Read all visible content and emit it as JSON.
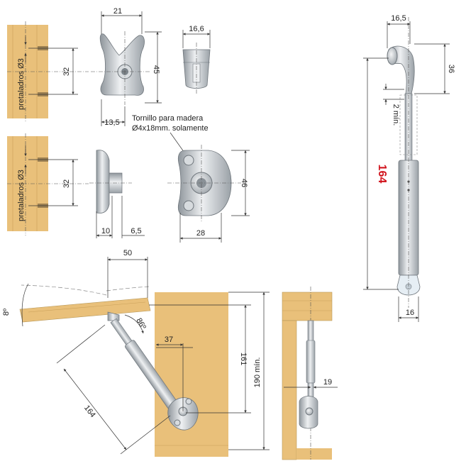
{
  "labels": {
    "pretaladros_top": "pretaladros Ø3",
    "pretaladros_bottom": "pretaladros Ø3",
    "screw_line1": "Tornillo para madera",
    "screw_line2": "Ø4x18mm. solamente",
    "min_label": "2 mín.",
    "min190": "190 mín."
  },
  "dims": {
    "d21": "21",
    "d45": "45",
    "d32a": "32",
    "d13_5": "13,5",
    "d16_6": "16,6",
    "d32b": "32",
    "d46": "46",
    "d10": "10",
    "d6_5": "6,5",
    "d28": "28",
    "d16_5": "16,5",
    "d36": "36",
    "d164_main": "164",
    "d16": "16",
    "d50": "50",
    "d8": "8º",
    "d86": "86º",
    "d37": "37",
    "d161": "161",
    "d164_side": "164",
    "d19": "19"
  }
}
